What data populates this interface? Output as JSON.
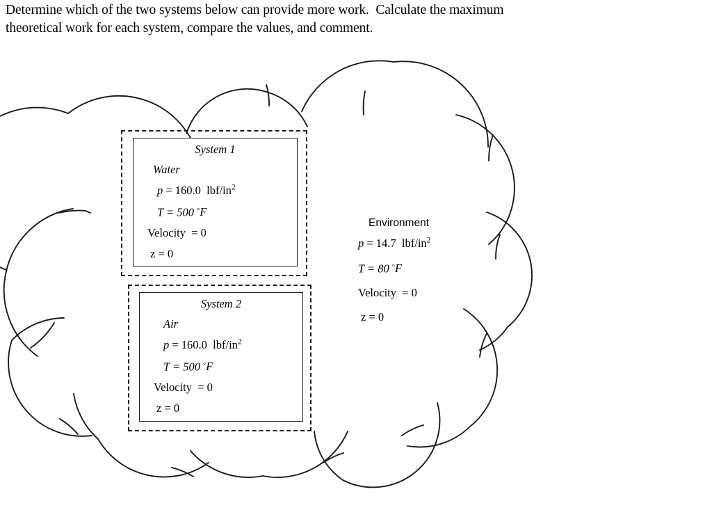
{
  "prompt": {
    "line1": "Determine which of the two systems below can provide more work.  Calculate the maximum",
    "line2": "theoretical work for each system, compare the values, and comment."
  },
  "diagram": {
    "cloud_label": "environment-cloud",
    "stroke_color": "#1a1a1a",
    "background_color": "#ffffff"
  },
  "system1": {
    "title": "System 1",
    "substance": "Water",
    "pressure_var": "p",
    "pressure_value": " = 160.0  lbf/in",
    "pressure_exp": "2",
    "temperature": "T = 500 ",
    "temperature_unit": "F",
    "velocity": "Velocity  = 0",
    "elevation": "z = 0"
  },
  "system2": {
    "title": "System 2",
    "substance": "Air",
    "pressure_var": "p",
    "pressure_value": " = 160.0  lbf/in",
    "pressure_exp": "2",
    "temperature": "T = 500 ",
    "temperature_unit": "F",
    "velocity": "Velocity  = 0",
    "elevation": "z = 0"
  },
  "environment": {
    "title": "Environment",
    "pressure_var": "p",
    "pressure_value": " = 14.7  lbf/in",
    "pressure_exp": "2",
    "temperature": "T = 80 ",
    "temperature_unit": "F",
    "velocity": "Velocity  = 0",
    "elevation": "z = 0"
  }
}
